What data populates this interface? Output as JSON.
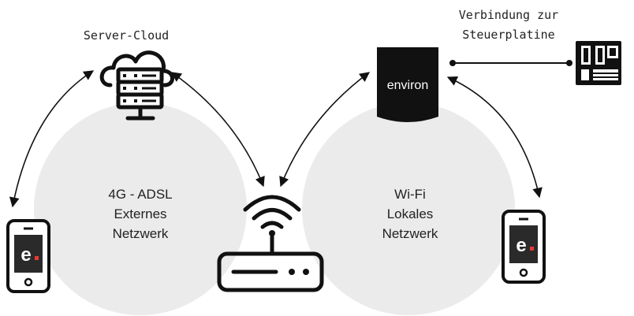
{
  "labels": {
    "server_cloud": "Server-Cloud",
    "connection_line1": "Verbindung zur",
    "connection_line2": "Steuerplatine",
    "environ": "environ",
    "left_circle": [
      "4G - ADSL",
      "Externes",
      "Netzwerk"
    ],
    "right_circle": [
      "Wi-Fi",
      "Lokales",
      "Netzwerk"
    ],
    "phone_logo_letter": "e",
    "phone_logo_dot": "."
  },
  "colors": {
    "circle_fill": "#ebebeb",
    "ink": "#111111",
    "accent_red": "#e53935",
    "screen_dark": "#2a2a2a"
  },
  "icons": [
    "cloud-server-icon",
    "wifi-router-icon",
    "environ-device-icon",
    "circuit-board-icon",
    "smartphone-icon"
  ]
}
